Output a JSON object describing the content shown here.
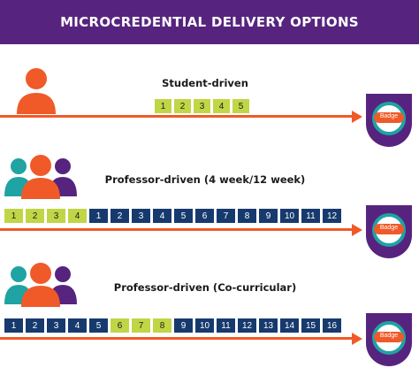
{
  "header": {
    "title": "MICROCREDENTIAL DELIVERY OPTIONS"
  },
  "colors": {
    "purple": "#56247e",
    "orange": "#f05a28",
    "teal": "#1fa3a3",
    "green": "#c0d646",
    "navy": "#173a6e"
  },
  "rows": [
    {
      "label": "Student-driven",
      "icon": "single-person-icon",
      "boxes": [
        {
          "label": "1",
          "color": "green"
        },
        {
          "label": "2",
          "color": "green"
        },
        {
          "label": "3",
          "color": "green"
        },
        {
          "label": "4",
          "color": "green"
        },
        {
          "label": "5",
          "color": "green"
        }
      ],
      "badge": "Badge"
    },
    {
      "label": "Professor-driven (4 week/12 week)",
      "icon": "group-icon",
      "boxes": [
        {
          "label": "1",
          "color": "green"
        },
        {
          "label": "2",
          "color": "green"
        },
        {
          "label": "3",
          "color": "green"
        },
        {
          "label": "4",
          "color": "green"
        },
        {
          "label": "1",
          "color": "navy"
        },
        {
          "label": "2",
          "color": "navy"
        },
        {
          "label": "3",
          "color": "navy"
        },
        {
          "label": "4",
          "color": "navy"
        },
        {
          "label": "5",
          "color": "navy"
        },
        {
          "label": "6",
          "color": "navy"
        },
        {
          "label": "7",
          "color": "navy"
        },
        {
          "label": "8",
          "color": "navy"
        },
        {
          "label": "9",
          "color": "navy"
        },
        {
          "label": "10",
          "color": "navy"
        },
        {
          "label": "11",
          "color": "navy"
        },
        {
          "label": "12",
          "color": "navy"
        }
      ],
      "badge": "Badge"
    },
    {
      "label": "Professor-driven (Co-curricular)",
      "icon": "group-icon",
      "boxes": [
        {
          "label": "1",
          "color": "navy"
        },
        {
          "label": "2",
          "color": "navy"
        },
        {
          "label": "3",
          "color": "navy"
        },
        {
          "label": "4",
          "color": "navy"
        },
        {
          "label": "5",
          "color": "navy"
        },
        {
          "label": "6",
          "color": "green"
        },
        {
          "label": "7",
          "color": "green"
        },
        {
          "label": "8",
          "color": "green"
        },
        {
          "label": "9",
          "color": "navy"
        },
        {
          "label": "10",
          "color": "navy"
        },
        {
          "label": "11",
          "color": "navy"
        },
        {
          "label": "12",
          "color": "navy"
        },
        {
          "label": "13",
          "color": "navy"
        },
        {
          "label": "14",
          "color": "navy"
        },
        {
          "label": "15",
          "color": "navy"
        },
        {
          "label": "16",
          "color": "navy"
        }
      ],
      "badge": "Badge"
    }
  ]
}
